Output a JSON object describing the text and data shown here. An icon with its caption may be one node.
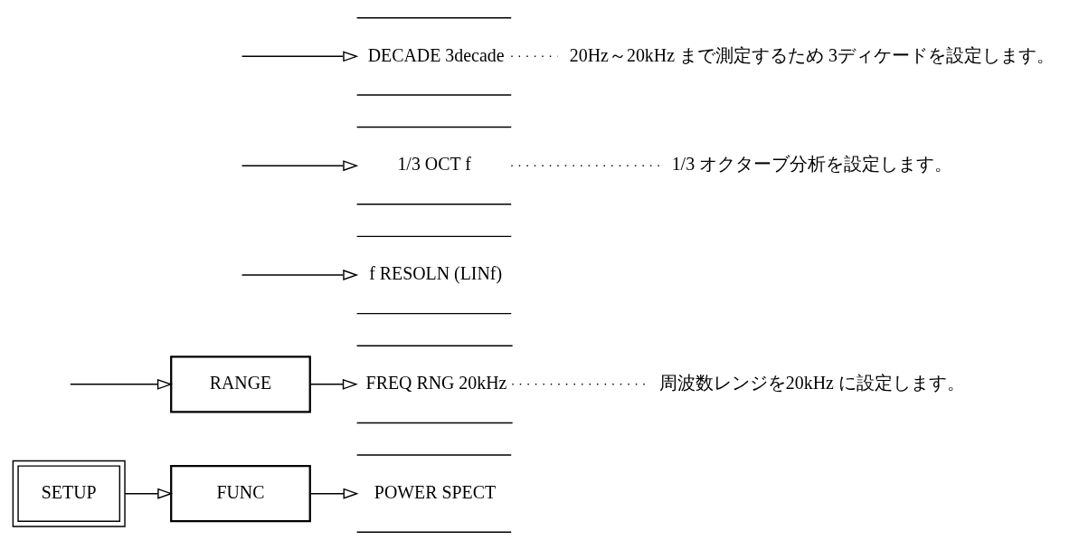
{
  "diagram": {
    "nodes": [
      {
        "text": [
          "SETUP"
        ]
      },
      {
        "text": [
          "FUNC"
        ]
      },
      {
        "text": [
          "POWER SPECT"
        ]
      },
      {
        "text": [
          "RANGE"
        ]
      },
      {
        "text": [
          "FREQ RNG 20kHz"
        ]
      },
      {
        "text": [
          "f RESOLN (LINf)"
        ]
      },
      {
        "text": [
          "1/3 OCT f"
        ]
      },
      {
        "text": [
          "DECADE 3decade"
        ]
      },
      {
        "text": [
          "周波数レンジを20kHz に設定します。"
        ]
      },
      {
        "text": [
          "1/3 オクターブ分析を設定します。"
        ]
      },
      {
        "text": [
          "20Hz～20kHz まで測定するため 3ディケードを設定します。"
        ]
      }
    ],
    "edges": [
      {
        "from": 0,
        "to": 1,
        "arrow": "to"
      },
      {
        "from": 1,
        "to": 2,
        "arrow": "to"
      },
      {
        "from": null,
        "to": 3,
        "arrow": "to"
      },
      {
        "from": 3,
        "to": 4,
        "arrow": "to"
      },
      {
        "from": null,
        "to": 5,
        "arrow": "to"
      },
      {
        "from": null,
        "to": 6,
        "arrow": "to"
      },
      {
        "from": null,
        "to": 7,
        "arrow": "to"
      },
      {
        "from": 4,
        "to": 8,
        "arrow": "none",
        "style": "dashed"
      },
      {
        "from": 6,
        "to": 9,
        "arrow": "none",
        "style": "dashed"
      },
      {
        "from": 7,
        "to": 10,
        "arrow": "none",
        "style": "dashed"
      }
    ]
  }
}
